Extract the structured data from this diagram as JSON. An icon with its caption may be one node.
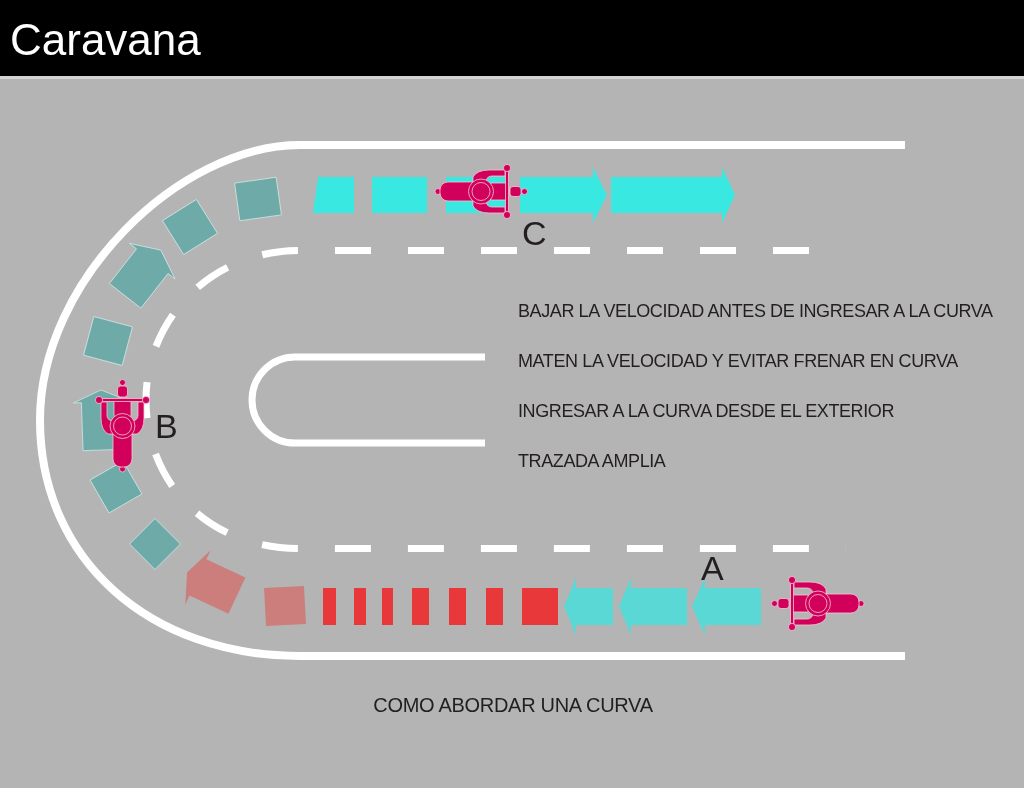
{
  "diagram": {
    "title": "Caravana",
    "caption": "COMO ABORDAR UNA CURVA",
    "labels": [
      "C",
      "BAJAR LA VELOCIDAD ANTES DE INGRESAR A LA CURVA",
      "MATEN LA VELOCIDAD Y EVITAR FRENAR EN CURVA",
      "INGRESAR A LA CURVA DESDE EL EXTERIOR",
      "B",
      "TRAZADA AMPLIA",
      "A"
    ]
  }
}
